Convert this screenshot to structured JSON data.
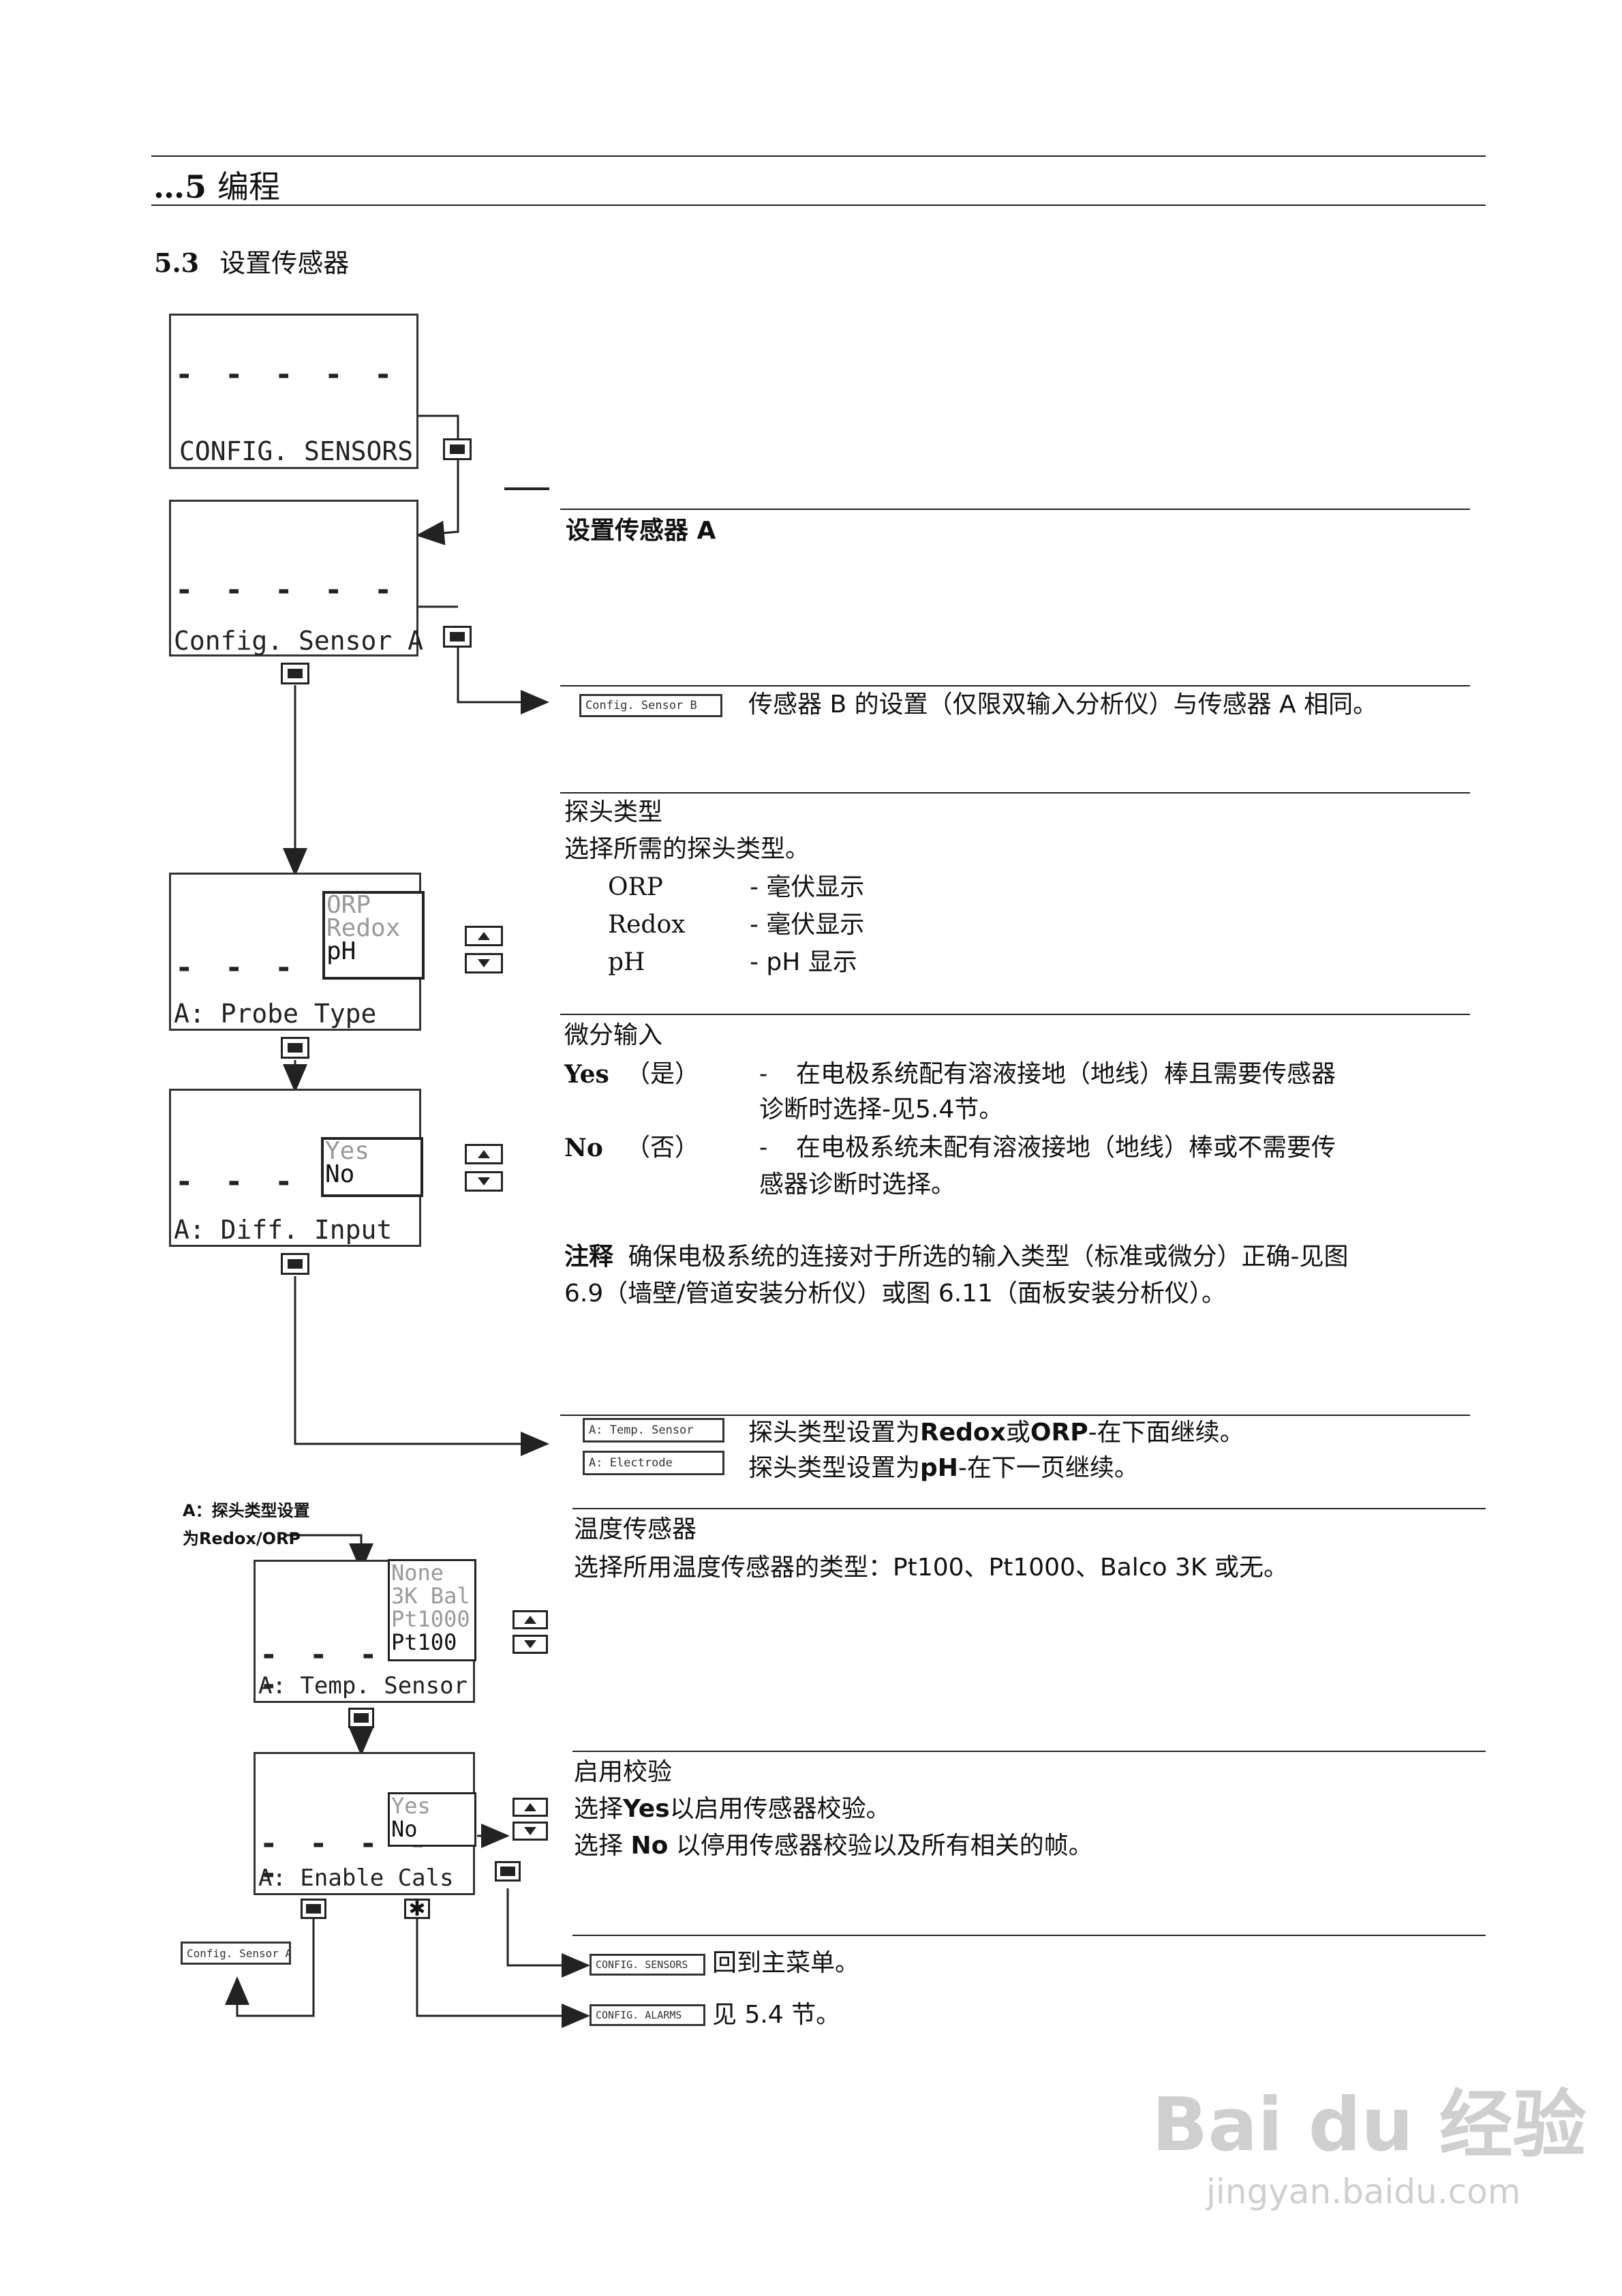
{
  "header": {
    "title_prefix": "…5",
    "title": "编程"
  },
  "section": {
    "number": "5.3",
    "title": "设置传感器"
  },
  "screens": {
    "config_sensors": {
      "dashes": "- - - - -",
      "label": "CONFIG. SENSORS"
    },
    "config_sensor_a": {
      "dashes": "- - - - -",
      "label": "Config. Sensor A"
    },
    "probe_type": {
      "dashes": "- - - - -",
      "label": "A: Probe Type",
      "options": [
        "ORP",
        "Redox",
        "pH"
      ],
      "selected": "pH"
    },
    "diff_input": {
      "dashes": "- - - - -",
      "label": "A: Diff. Input",
      "options": [
        "Yes",
        "No"
      ],
      "selected": "No"
    },
    "temp_sensor": {
      "dashes": "- - - - -",
      "label": "A: Temp. Sensor",
      "options": [
        "None",
        "3K Bal",
        "Pt1000",
        "Pt100"
      ],
      "selected": "Pt100"
    },
    "enable_cals": {
      "dashes": "- - - - -",
      "label": "A: Enable Cals",
      "options": [
        "Yes",
        "No"
      ],
      "selected": "No"
    }
  },
  "mini_screens": {
    "config_sensor_b": "Config. Sensor B",
    "temp_sensor": "A: Temp. Sensor",
    "electrode": "A: Electrode",
    "config_sensor_a": "Config. Sensor A",
    "config_sensors": "CONFIG. SENSORS",
    "config_alarms": "CONFIG. ALARMS"
  },
  "flow_note": {
    "line1": "A：探头类型设置",
    "line2": "为Redox/ORP"
  },
  "blocks": {
    "sensor_a": {
      "heading": "设置传感器 A"
    },
    "sensor_b": {
      "text": "传感器 B 的设置（仅限双输入分析仪）与传感器 A 相同。"
    },
    "probe_type": {
      "heading": "探头类型",
      "intro": "选择所需的探头类型。",
      "rows": [
        {
          "name": "ORP",
          "desc": "-  毫伏显示"
        },
        {
          "name": "Redox",
          "desc": "-  毫伏显示"
        },
        {
          "name": "pH",
          "desc": "- pH  显示"
        }
      ]
    },
    "diff_input": {
      "heading": "微分输入",
      "yes_label": "Yes",
      "yes_paren": "（是）",
      "yes_dash": "-",
      "yes_line1": "在电极系统配有溶液接地（地线）棒且需要传感器",
      "yes_line2": "诊断时选择-见5.4节。",
      "no_label": "No",
      "no_paren": "（否）",
      "no_dash": "-",
      "no_line1": "在电极系统未配有溶液接地（地线）棒或不需要传",
      "no_line2": "感器诊断时选择。",
      "note_label": "注释",
      "note_line1": "确保电极系统的连接对于所选的输入类型（标准或微分）正确-见图",
      "note_line2": "6.9（墙壁/管道安装分析仪）或图 6.11（面板安装分析仪）。"
    },
    "continue": {
      "line1_pre": "探头类型设置为",
      "line1_b1": "Redox",
      "line1_mid": "或",
      "line1_b2": "ORP",
      "line1_post": "-在下面继续。",
      "line2_pre": "探头类型设置为",
      "line2_b": "pH",
      "line2_post": "-在下一页继续。"
    },
    "temp_sensor": {
      "heading": "温度传感器",
      "text": "选择所用温度传感器的类型：Pt100、Pt1000、Balco 3K 或无。"
    },
    "enable_cals": {
      "heading": "启用校验",
      "line1_pre": "选择",
      "line1_b": "Yes",
      "line1_post": "以启用传感器校验。",
      "line2_pre": "选择 ",
      "line2_b": "No",
      "line2_post": " 以停用传感器校验以及所有相关的帧。"
    },
    "return_main": "回到主菜单。",
    "see_section": "见 5.4 节。"
  },
  "watermark": {
    "brand": "Bai du 经验",
    "url": "jingyan.baidu.com"
  }
}
